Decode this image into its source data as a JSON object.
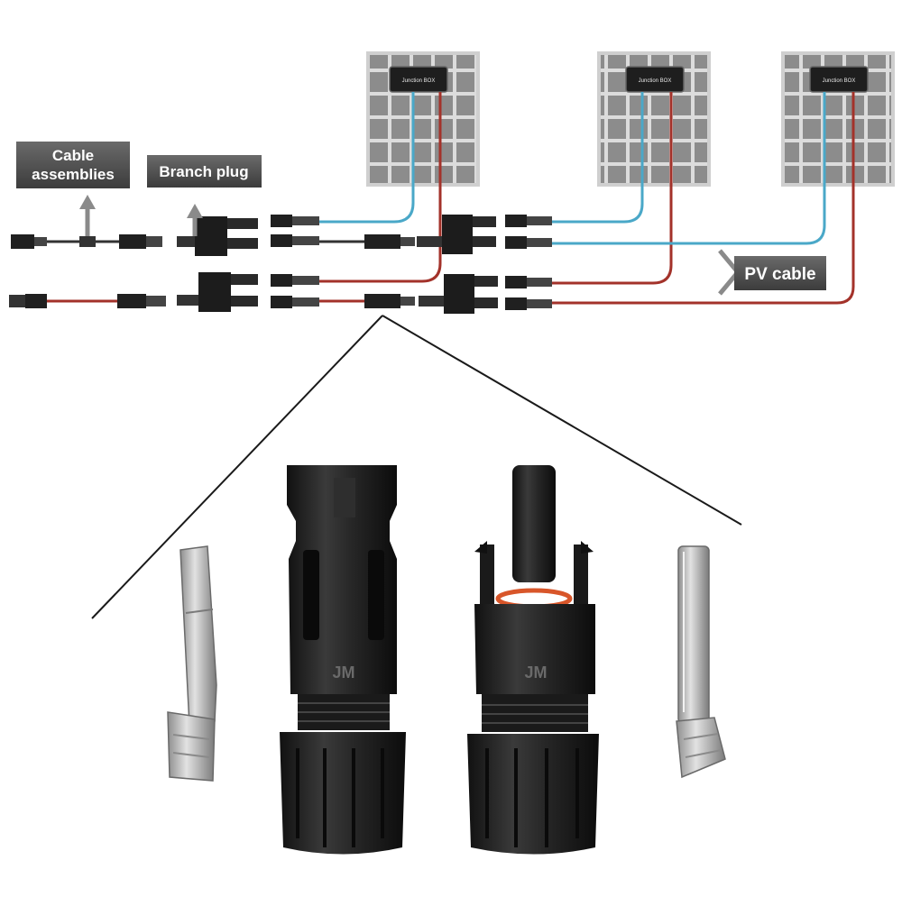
{
  "labels": {
    "cable_assemblies_line1": "Cable",
    "cable_assemblies_line2": "assemblies",
    "branch_plug": "Branch plug",
    "pv_cable": "PV cable"
  },
  "panels": [
    {
      "junction_box": "Junction BOX"
    },
    {
      "junction_box": "Junction BOX"
    },
    {
      "junction_box": "Junction BOX"
    }
  ],
  "colors": {
    "negative_cable": "#4aa8c8",
    "positive_cable": "#a3322a",
    "black_cable": "#333333",
    "panel_cell": "#8a8a8a",
    "panel_frame": "#c8c8c8",
    "label_box": "#555555",
    "connector_body": "#1f1f1f",
    "seal_ring": "#d8562a",
    "metal_pin": "#b8b8b8"
  },
  "parts": {
    "female_connector_marking": "JM",
    "male_connector_marking": "JM"
  }
}
